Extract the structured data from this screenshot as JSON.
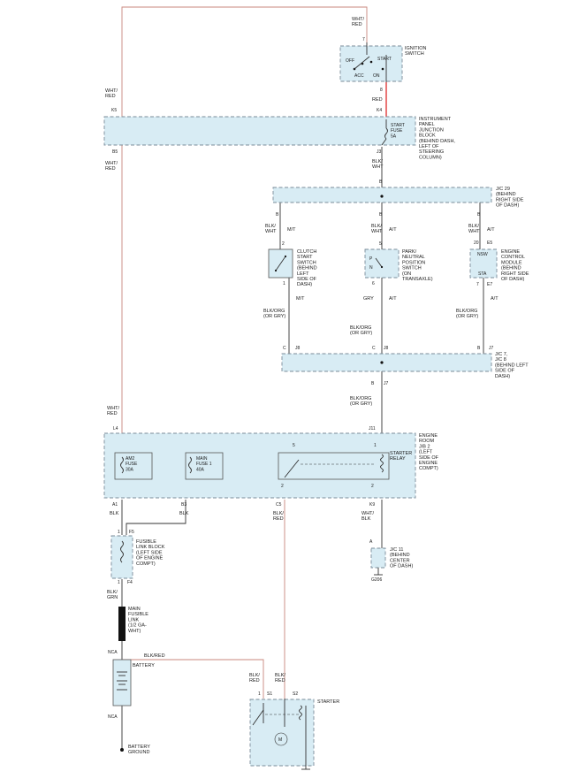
{
  "ignition": {
    "wire_in": "WHT/\nRED",
    "pin_top": "7",
    "pin_bot": "8",
    "name": "IGNITION\nSWITCH",
    "off": "OFF",
    "start": "START",
    "acc": "ACC",
    "on": "ON",
    "wire_out": "RED"
  },
  "ip_jb": {
    "k4": "K4",
    "k5": "K5",
    "j3": "J3",
    "b5": "B5",
    "fuse": "START\nFUSE\n5A",
    "name": "INSTRUMENT\nPANEL\nJUNCTION\nBLOCK\n(BEHIND DASH,\nLEFT OF\nSTEERING\nCOLUMN)"
  },
  "left_wire": {
    "top": "WHT/\nRED",
    "mid": "WHT/\nRED",
    "low": "WHT/\nRED"
  },
  "jc29": {
    "wire_in": "BLK/\nWHT",
    "pin": "B",
    "name": "J/C 29\n(BEHIND\nRIGHT SIDE\nOF DASH)",
    "pin_l": "B",
    "pin_m": "B",
    "pin_r": "B",
    "wire_l": "BLK/\nWHT",
    "wire_m": "BLK/\nWHT",
    "wire_r": "BLK/\nWHT",
    "mt": "M/T",
    "at1": "A/T",
    "at2": "A/T"
  },
  "clutch": {
    "pin_t": "2",
    "pin_b": "1",
    "name": "CLUTCH\nSTART\nSWITCH\n(BEHIND\nLEFT\nSIDE OF\nDASH)",
    "mt": "M/T"
  },
  "park": {
    "pin_t": "5",
    "pin_b": "6",
    "p": "P",
    "n": "N",
    "name": "PARK/\nNEUTRAL\nPOSITION\nSWITCH\n(ON\nTRANSAXLE)",
    "at": "A/T"
  },
  "ecm": {
    "pin_t": "20",
    "conn_t": "E5",
    "pin_b": "7",
    "conn_b": "E7",
    "nsw": "NSW",
    "sta": "STA",
    "name": "ENGINE\nCONTROL\nMODULE\n(BEHIND\nRIGHT SIDE\nOF DASH)",
    "at": "A/T"
  },
  "mid_wires": {
    "l": "BLK/ORG\n(OR GRY)",
    "m": "GRY",
    "r": "BLK/ORG\n(OR GRY)",
    "m2": "BLK/ORG\n(OR GRY)"
  },
  "jc7": {
    "pin_l": "C",
    "conn_l": "J8",
    "pin_m": "C",
    "conn_m": "J8",
    "pin_r": "B",
    "conn_r": "J7",
    "name": "J/C 7,\nJ/C 8\n(BEHIND LEFT\nSIDE OF\nDASH)",
    "pin_out": "B",
    "conn_out": "J7",
    "wire_out": "BLK/ORG\n(OR GRY)"
  },
  "er_jb": {
    "l4": "L4",
    "j11": "J11",
    "pin_1": "1",
    "amz": "AM2\nFUSE\n30A",
    "main": "MAIN\nFUSE 1\n40A",
    "relay": "STARTER\nRELAY",
    "pin5": "5",
    "name": "ENGINE\nROOM\nJ/B 2\n(LEFT\nSIDE OF\nENGINE\nCOMPT)",
    "a1": "A1",
    "b3": "B3",
    "c5": "C5",
    "k9": "K9",
    "p2a": "2",
    "p2b": "2",
    "w_a1": "BLK",
    "w_b3": "BLK",
    "w_c5": "BLK/\nRED",
    "w_k9": "WHT/\nBLK"
  },
  "fusible": {
    "f5": "F5",
    "f4": "F4",
    "p1a": "1",
    "p1b": "1",
    "name": "FUSIBLE\nLINK BLOCK\n(LEFT SIDE\nOF ENGINE\nCOMPT)",
    "wire": "BLK/\nGRN"
  },
  "jc11": {
    "pin": "A",
    "name": "J/C 11\n(BEHIND\nCENTER\nOF DASH)",
    "ground": "G206"
  },
  "main_link": {
    "name": "MAIN\nFUSIBLE\nLINK\n(1/2 GA-\nWHT)"
  },
  "battery": {
    "nca_top": "NCA",
    "nca_bot": "NCA",
    "wire": "BLK/RED",
    "name": "BATTERY",
    "ground": "BATTERY\nGROUND"
  },
  "starter": {
    "w1": "BLK/\nRED",
    "w2": "BLK/\nRED",
    "s1": "S1",
    "s2": "S2",
    "p1": "1",
    "name": "STARTER",
    "m": "M"
  },
  "colors": {
    "panel": "#d8ecf4",
    "wire": "#333333",
    "hot_wire": "#e03a3a",
    "pink_wire": "#c9877c"
  }
}
